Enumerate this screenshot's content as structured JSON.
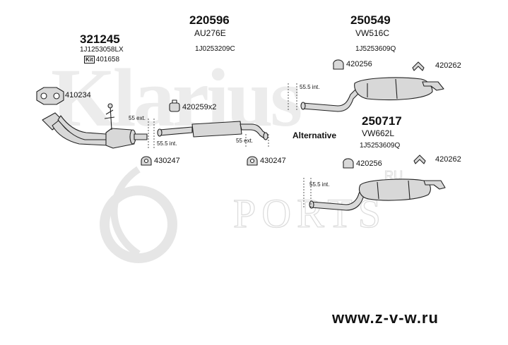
{
  "watermark": {
    "brand": "Klarius",
    "ports": "PORTS",
    "ru": "RU"
  },
  "groups": {
    "front": {
      "part": "321245",
      "ref": "1J1253058LX",
      "kit_label": "Kit",
      "kit_code": "401658"
    },
    "middle": {
      "part": "220596",
      "code": "AU276E",
      "ref": "1J0253209C"
    },
    "rear": {
      "part": "250549",
      "code": "VW516C",
      "ref": "1J5253609Q"
    },
    "rear_alt": {
      "part": "250717",
      "code": "VW662L",
      "ref": "1J5253609Q"
    }
  },
  "labels": {
    "gasket_front": "410234",
    "clamp_middle": "420259x2",
    "mount_left": "430247",
    "mount_right": "430247",
    "hanger_rear_1": "420256",
    "hanger_rear_2": "420262",
    "hanger_alt_1": "420256",
    "hanger_alt_2": "420262",
    "alternative": "Alternative"
  },
  "dimensions": {
    "ext_front": "55 ext.",
    "int_front": "55.5 int.",
    "ext_middle": "55 ext.",
    "int_rear": "55.5 int.",
    "int_alt": "55.5 int."
  },
  "footer": {
    "website": "www.z-v-w.ru"
  },
  "colors": {
    "part": "#d8d8d8",
    "outline": "#222222",
    "watermark": "#e4e4e4"
  }
}
